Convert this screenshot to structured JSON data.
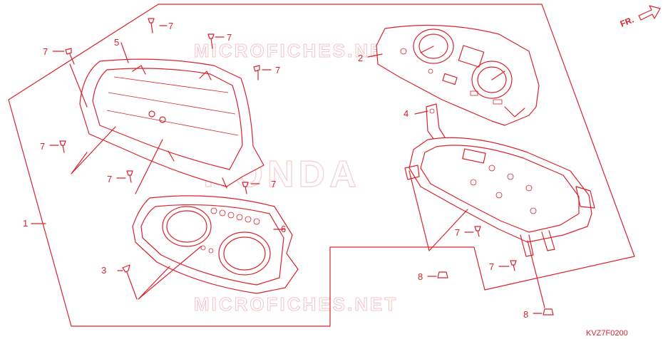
{
  "watermarks": {
    "top": "MICROFICHES.NET",
    "center": "HONDA",
    "bottom": "MICROFICHES.NET"
  },
  "direction_marker": "FR.",
  "diagram_code": "KVZ7F0200",
  "callouts": [
    {
      "id": "c1",
      "label": "1"
    },
    {
      "id": "c2",
      "label": "2"
    },
    {
      "id": "c3",
      "label": "3"
    },
    {
      "id": "c4",
      "label": "4"
    },
    {
      "id": "c5",
      "label": "5"
    },
    {
      "id": "c6",
      "label": "6"
    },
    {
      "id": "c7a",
      "label": "7"
    },
    {
      "id": "c7b",
      "label": "7"
    },
    {
      "id": "c7c",
      "label": "7"
    },
    {
      "id": "c7d",
      "label": "7"
    },
    {
      "id": "c7e",
      "label": "7"
    },
    {
      "id": "c7f",
      "label": "7"
    },
    {
      "id": "c7g",
      "label": "7"
    },
    {
      "id": "c7h",
      "label": "7"
    },
    {
      "id": "c7i",
      "label": "7"
    },
    {
      "id": "c8a",
      "label": "8"
    },
    {
      "id": "c8b",
      "label": "8"
    }
  ],
  "colors": {
    "line": "#d9232e",
    "watermark": "#f3c5c8",
    "background": "#ffffff"
  }
}
